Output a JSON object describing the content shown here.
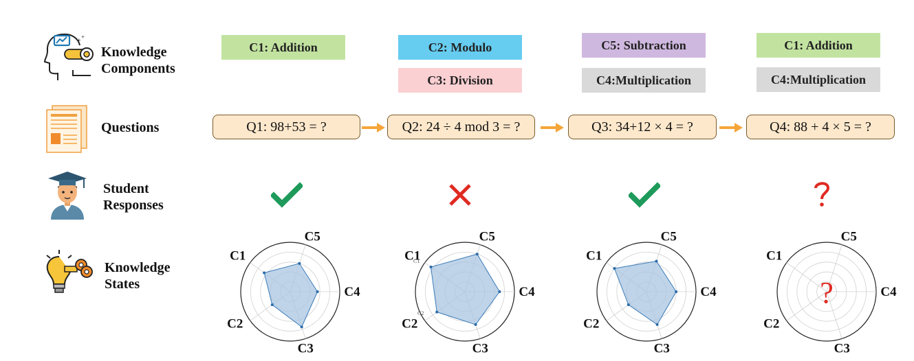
{
  "rows": {
    "knowledge_components": "Knowledge\nComponents",
    "questions": "Questions",
    "student_responses": "Student\nResponses",
    "knowledge_states": "Knowledge\nStates"
  },
  "icons": {
    "knowledge_components": "head-with-idea-icon",
    "questions": "document-icon",
    "student_responses": "graduate-student-icon",
    "knowledge_states": "lightbulb-key-icon",
    "arrow": "right-arrow-icon"
  },
  "colors": {
    "addition": "#c2e3a0",
    "modulo": "#66ccf0",
    "division": "#fbd0d3",
    "subtraction": "#cfb8df",
    "multiplication": "#d9d9d9",
    "question_fill": "#fde8cc",
    "arrow": "#f5a63a",
    "correct": "#1e9a5a",
    "wrong": "#e02a22",
    "unknown": "#e02a22",
    "radar_fill": "#a9c6e2"
  },
  "steps": [
    {
      "kcs": [
        {
          "label": "C1: Addition",
          "color_key": "addition"
        }
      ],
      "question": "Q1: 98+53 = ?",
      "response": "correct"
    },
    {
      "kcs": [
        {
          "label": "C2: Modulo",
          "color_key": "modulo"
        },
        {
          "label": "C3: Division",
          "color_key": "division"
        }
      ],
      "question": "Q2: 24 ÷ 4 mod 3 = ?",
      "response": "wrong"
    },
    {
      "kcs": [
        {
          "label": "C5: Subtraction",
          "color_key": "subtraction"
        },
        {
          "label": "C4:Multiplication",
          "color_key": "multiplication"
        }
      ],
      "question": "Q3: 34+12 × 4 = ?",
      "response": "correct"
    },
    {
      "kcs": [
        {
          "label": "C1: Addition",
          "color_key": "addition"
        },
        {
          "label": "C4:Multiplication",
          "color_key": "multiplication"
        }
      ],
      "question": "Q4: 88 + 4 × 5 = ?",
      "response": "unknown"
    }
  ],
  "chart_data": [
    {
      "type": "radar",
      "axes": [
        "C5",
        "C4",
        "C3",
        "C2",
        "C1"
      ],
      "values": [
        0.6,
        0.55,
        0.75,
        0.45,
        0.65
      ],
      "rmax": 1,
      "rings": 5
    },
    {
      "type": "radar",
      "axes": [
        "C5",
        "C4",
        "C3",
        "C2",
        "C1"
      ],
      "values": [
        0.8,
        0.7,
        0.7,
        0.7,
        0.85
      ],
      "rmax": 1,
      "rings": 5,
      "extra_labels": [
        "C1",
        "C2"
      ]
    },
    {
      "type": "radar",
      "axes": [
        "C5",
        "C4",
        "C3",
        "C2",
        "C1"
      ],
      "values": [
        0.65,
        0.6,
        0.7,
        0.45,
        0.8
      ],
      "rmax": 1,
      "rings": 5
    },
    {
      "type": "radar",
      "axes": [
        "C5",
        "C4",
        "C3",
        "C2",
        "C1"
      ],
      "values": null,
      "rmax": 1,
      "rings": 5,
      "unknown_mark": "?"
    }
  ]
}
